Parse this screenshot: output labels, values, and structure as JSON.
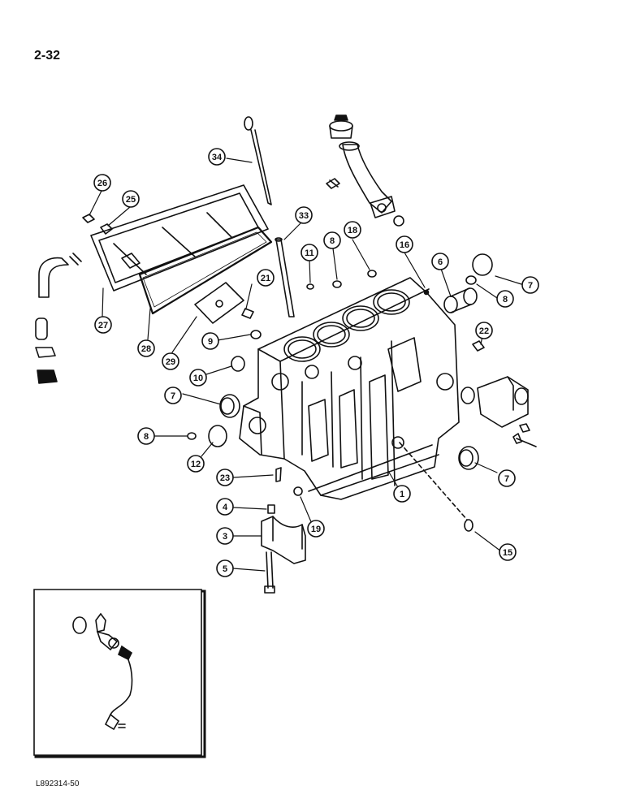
{
  "page": {
    "number": "2-32",
    "drawing_id": "L892314-50"
  },
  "callouts": [
    {
      "id": "c34",
      "label": "34"
    },
    {
      "id": "c26",
      "label": "26"
    },
    {
      "id": "c25",
      "label": "25"
    },
    {
      "id": "c33",
      "label": "33"
    },
    {
      "id": "c18",
      "label": "18"
    },
    {
      "id": "c8a",
      "label": "8"
    },
    {
      "id": "c11",
      "label": "11"
    },
    {
      "id": "c16",
      "label": "16"
    },
    {
      "id": "c6",
      "label": "6"
    },
    {
      "id": "c7a",
      "label": "7"
    },
    {
      "id": "c8b",
      "label": "8"
    },
    {
      "id": "c21",
      "label": "21"
    },
    {
      "id": "c27",
      "label": "27"
    },
    {
      "id": "c28",
      "label": "28"
    },
    {
      "id": "c29",
      "label": "29"
    },
    {
      "id": "c9",
      "label": "9"
    },
    {
      "id": "c22",
      "label": "22"
    },
    {
      "id": "c10",
      "label": "10"
    },
    {
      "id": "c7b",
      "label": "7"
    },
    {
      "id": "c8c",
      "label": "8"
    },
    {
      "id": "c12",
      "label": "12"
    },
    {
      "id": "c23",
      "label": "23"
    },
    {
      "id": "c1",
      "label": "1"
    },
    {
      "id": "c7c",
      "label": "7"
    },
    {
      "id": "c4",
      "label": "4"
    },
    {
      "id": "c19",
      "label": "19"
    },
    {
      "id": "c3",
      "label": "3"
    },
    {
      "id": "c15",
      "label": "15"
    },
    {
      "id": "c5",
      "label": "5"
    }
  ]
}
